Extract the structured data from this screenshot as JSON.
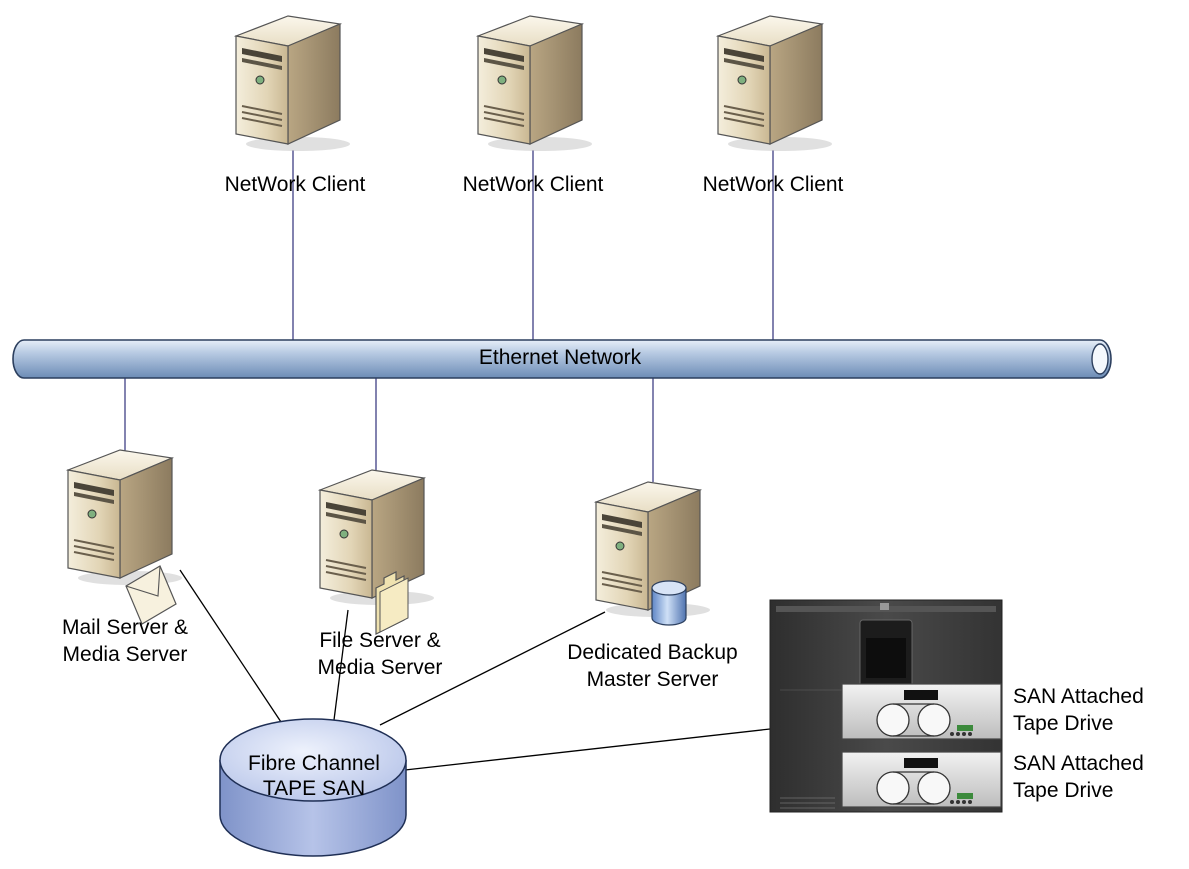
{
  "clients": {
    "c1_label": "NetWork Client",
    "c2_label": "NetWork Client",
    "c3_label": "NetWork Client"
  },
  "network": {
    "label": "Ethernet Network"
  },
  "servers": {
    "mail": {
      "line1": "Mail Server &",
      "line2": "Media Server",
      "badge_icon": "envelope-icon"
    },
    "file": {
      "line1": "File Server &",
      "line2": "Media Server",
      "badge_icon": "folder-icon"
    },
    "backup": {
      "line1": "Dedicated Backup",
      "line2": "Master Server",
      "badge_icon": "database-icon"
    }
  },
  "san": {
    "line1": "Fibre Channel",
    "line2": "TAPE SAN"
  },
  "tape_library": {
    "drive1": {
      "line1": "SAN Attached",
      "line2": "Tape Drive"
    },
    "drive2": {
      "line1": "SAN Attached",
      "line2": "Tape Drive"
    }
  },
  "colors": {
    "tower_light": "#efe6cf",
    "tower_mid": "#d9c9a5",
    "tower_dark": "#a8977a",
    "pipe": "#b8cbe3",
    "pipe_dark": "#6f8fb8",
    "san_disk": "#a9b8e0",
    "library": "#3d3d3d",
    "link": "#30307a"
  }
}
